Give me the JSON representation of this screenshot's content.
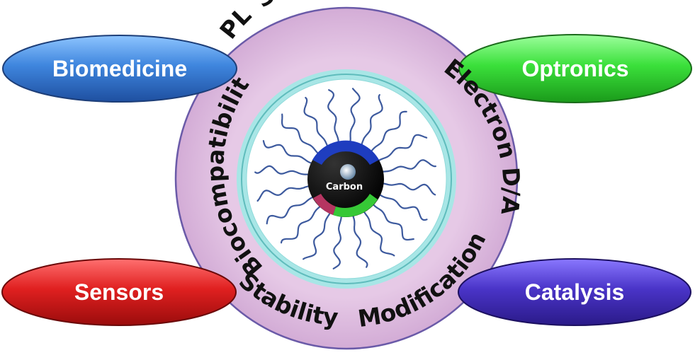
{
  "applications": {
    "top_left": "Biomedicine",
    "top_right": "Optronics",
    "bottom_left": "Sensors",
    "bottom_right": "Catalysis"
  },
  "properties": {
    "pl": "PL",
    "solubility": "Solubility",
    "electron": "Electron D/A",
    "biocompatibility": "Biocompatibility",
    "modification": "Modification",
    "stability": "Stability"
  },
  "core": {
    "label": "Carbon"
  },
  "colors": {
    "ring_fill": "#dcb9dc",
    "ring_stroke": "#6a5aa8",
    "inner_ring": "#7fd6d6",
    "biomedicine": "#3f86de",
    "optronics": "#3be03b",
    "sensors": "#e02020",
    "catalysis": "#4a34c8",
    "chain": "#3d5a9e"
  }
}
